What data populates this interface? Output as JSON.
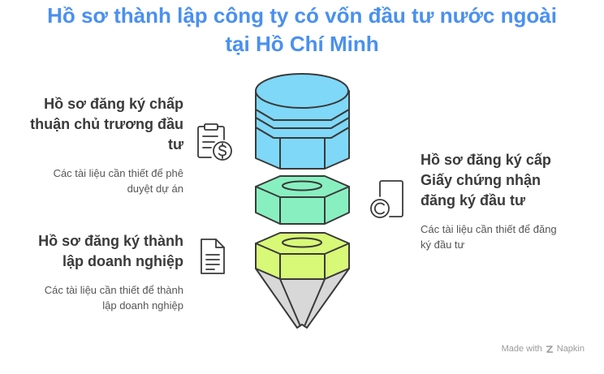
{
  "title": {
    "line1": "Hồ sơ thành lập công ty có vốn đầu tư nước ngoài",
    "line2": "tại Hồ Chí Minh"
  },
  "items": [
    {
      "heading_lines": [
        "Hồ sơ đăng ký chấp",
        "thuận chủ trương đầu",
        "tư"
      ],
      "desc_lines": [
        "Các tài liệu cần thiết để phê",
        "duyệt dự án"
      ],
      "icon": "clipboard-dollar-icon"
    },
    {
      "heading_lines": [
        "Hồ sơ đăng ký cấp",
        "Giấy chứng nhận",
        "đăng ký đầu tư"
      ],
      "desc_lines": [
        "Các tài liệu cần thiết để đăng",
        "ký đầu tư"
      ],
      "icon": "certificate-document-icon"
    },
    {
      "heading_lines": [
        "Hồ sơ đăng ký thành",
        "lập doanh nghiệp"
      ],
      "desc_lines": [
        "Các tài liệu cần thiết để thành",
        "lập doanh nghiệp"
      ],
      "icon": "text-document-icon"
    }
  ],
  "footer": {
    "made_with": "Made with",
    "brand": "Napkin"
  },
  "colors": {
    "title": "#4a90f0",
    "top_cylinder": "#7fd8f8",
    "middle_nut": "#88f0c0",
    "bottom_nut": "#d8f878",
    "tip": "#d8d8d8",
    "outline": "#3a3a3a"
  }
}
